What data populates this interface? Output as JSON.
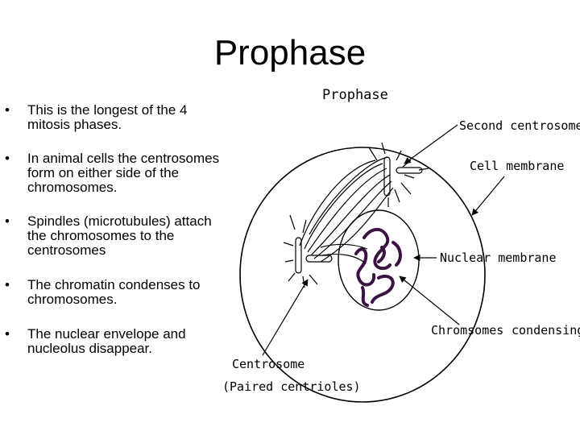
{
  "slide": {
    "title": "Prophase",
    "bullet_glyph": "•",
    "bullets": [
      "This is the longest of the 4 mitosis phases.",
      "In animal cells the centrosomes form on either side of the chromosomes.",
      "Spindles (microtubules) attach the chromosomes to the centrosomes",
      "The chromatin condenses to chromosomes.",
      "The nuclear envelope and nucleolus disappear."
    ]
  },
  "diagram": {
    "title": "Prophase",
    "labels": {
      "second_centrosome": "Second centrosome",
      "cell_membrane": "Cell membrane",
      "nuclear_membrane": "Nuclear membrane",
      "chromosomes_condensing_a": "Chromsomes",
      "chromosomes_condensing_b": "condensing",
      "centrosome": "Centrosome",
      "paired_centrioles": "(Paired centrioles)"
    },
    "colors": {
      "chromosomes": "#3a1440",
      "line": "#000000"
    }
  }
}
